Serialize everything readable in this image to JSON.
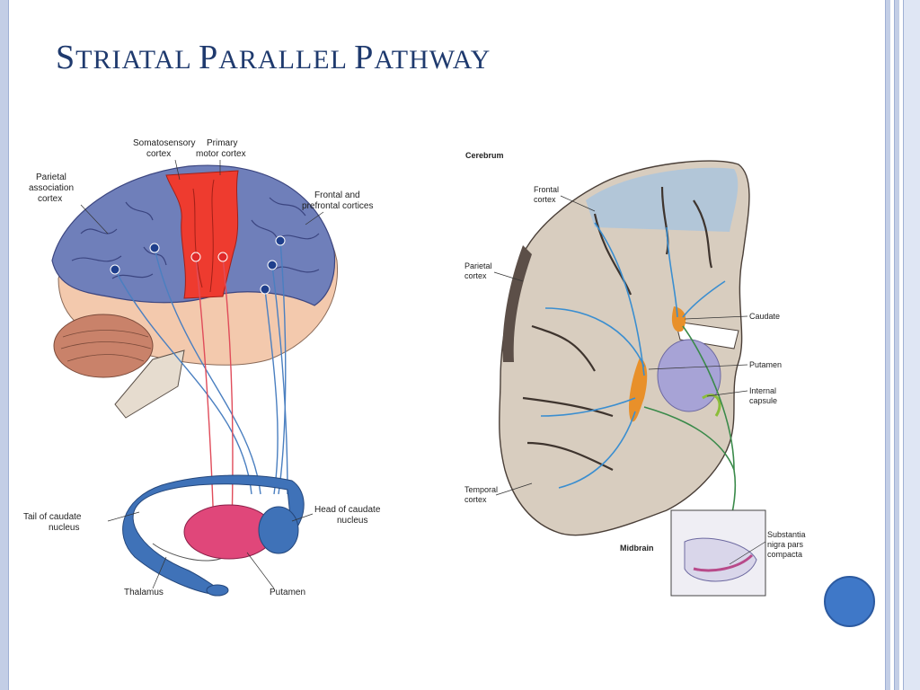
{
  "slide": {
    "title_first_letter_1": "S",
    "title_rest_1": "TRIATAL ",
    "title_first_letter_2": "P",
    "title_rest_2": "ARALLEL ",
    "title_first_letter_3": "P",
    "title_rest_3": "ATHWAY"
  },
  "left_figure": {
    "labels": {
      "somatosensory_1": "Somatosensory",
      "somatosensory_2": "cortex",
      "primary_motor_1": "Primary",
      "primary_motor_2": "motor cortex",
      "parietal_1": "Parietal",
      "parietal_2": "association",
      "parietal_3": "cortex",
      "frontal_1": "Frontal and",
      "frontal_2": "prefrontal cortices",
      "tail_1": "Tail of caudate",
      "tail_2": "nucleus",
      "head_1": "Head of caudate",
      "head_2": "nucleus",
      "thalamus": "Thalamus",
      "putamen": "Putamen"
    },
    "colors": {
      "cortex": "#6f7fba",
      "motor": "#ee3b2f",
      "skin": "#f3c9ad",
      "putamen": "#e0477a",
      "caudate": "#3f72b8",
      "cerebellum": "#c9826a"
    }
  },
  "right_figure": {
    "labels": {
      "cerebrum": "Cerebrum",
      "frontal_1": "Frontal",
      "frontal_2": "cortex",
      "parietal_1": "Parietal",
      "parietal_2": "cortex",
      "caudate": "Caudate",
      "putamen": "Putamen",
      "internal_1": "Internal",
      "internal_2": "capsule",
      "temporal_1": "Temporal",
      "temporal_2": "cortex",
      "midbrain": "Midbrain",
      "snpc_1": "Substantia",
      "snpc_2": "nigra pars",
      "snpc_3": "compacta"
    },
    "colors": {
      "tissue": "#d8cdbf",
      "cortex_highlight": "#a9c4de",
      "striatum": "#e8902a",
      "pathway": "#3a8ed0",
      "nigral": "#3a8a4a",
      "putamen_fill": "#a7a3d6"
    }
  }
}
